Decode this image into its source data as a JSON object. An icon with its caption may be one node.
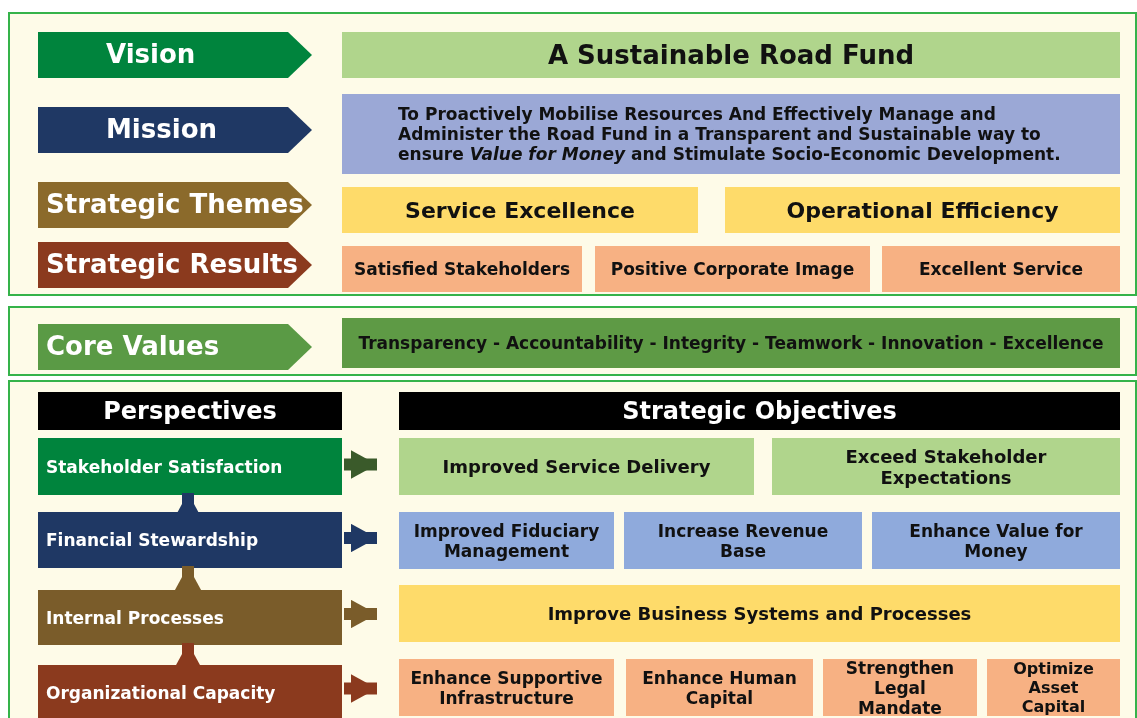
{
  "diagram": {
    "nodes": [
      {
        "text": [],
        "shape": "box"
      },
      {
        "text": [
          "Vision"
        ],
        "in": 0
      },
      {
        "text": [
          "A Sustainable Road Fund"
        ],
        "in": 0
      },
      {
        "text": [
          "Mission"
        ],
        "in": 0
      },
      {
        "text": [
          "To Proactively Mobilise Resources And Effectively Manage and Administer the Road Fund in a Transparent and Sustainable way to ensure *Value for Money* and Stimulate Socio-Economic Development."
        ],
        "in": 0
      },
      {
        "text": [
          "Strategic Themes"
        ],
        "in": 0
      },
      {
        "text": [
          "Service Excellence"
        ],
        "in": 0
      },
      {
        "text": [
          "Operational Efficiency"
        ],
        "in": 0
      },
      {
        "text": [
          "Strategic Results"
        ],
        "in": 0
      },
      {
        "text": [
          "Satisfied Stakeholders"
        ],
        "in": 0
      },
      {
        "text": [
          "Positive Corporate Image"
        ],
        "in": 0
      },
      {
        "text": [
          "Excellent Service"
        ],
        "in": 0
      },
      {
        "text": [],
        "shape": "box"
      },
      {
        "text": [
          "Core Values"
        ],
        "in": 12
      },
      {
        "text": [
          "Transparency - Accountability - Integrity - Teamwork - Innovation - Excellence"
        ],
        "in": 12
      },
      {
        "text": [],
        "shape": "box"
      },
      {
        "text": [
          "Perspectives"
        ],
        "in": 15
      },
      {
        "text": [
          "Strategic Objectives"
        ],
        "in": 15
      },
      {
        "text": [
          "Stakeholder Satisfaction"
        ],
        "in": 15
      },
      {
        "text": [
          "Improved Service Delivery"
        ],
        "in": 15
      },
      {
        "text": [
          "Exceed Stakeholder Expectations"
        ],
        "in": 15
      },
      {
        "text": [
          "Financial Stewardship"
        ],
        "in": 15
      },
      {
        "text": [
          "Improved Fiduciary Management"
        ],
        "in": 15
      },
      {
        "text": [
          "Increase Revenue Base"
        ],
        "in": 15
      },
      {
        "text": [
          "Enhance Value for Money"
        ],
        "in": 15
      },
      {
        "text": [
          "Internal Processes"
        ],
        "in": 15
      },
      {
        "text": [
          "Improve Business Systems and Processes"
        ],
        "in": 15
      },
      {
        "text": [
          "Organizational Capacity"
        ],
        "in": 15
      },
      {
        "text": [
          "Enhance Supportive Infrastructure"
        ],
        "in": 15
      },
      {
        "text": [
          "Enhance Human Capital"
        ],
        "in": 15
      },
      {
        "text": [
          "Strengthen Legal Mandate"
        ],
        "in": 15
      },
      {
        "text": [
          "Optimize Asset Capital"
        ],
        "in": 15
      }
    ],
    "edges": [
      {
        "from": 27,
        "to": 25,
        "arrow": "to",
        "color": "#8b3a1e"
      },
      {
        "from": 25,
        "to": 21,
        "arrow": "to",
        "color": "#7a5c2a"
      },
      {
        "from": 21,
        "to": 18,
        "arrow": "to",
        "color": "#1f3864"
      },
      {
        "from": 18,
        "to": 19,
        "arrow": "to",
        "color": "#3a5a2a"
      },
      {
        "from": 21,
        "to": 22,
        "arrow": "to",
        "color": "#1f3864"
      },
      {
        "from": 25,
        "to": 26,
        "arrow": "to",
        "color": "#7a5c2a"
      },
      {
        "from": 27,
        "to": 28,
        "arrow": "to",
        "color": "#8b3a1e"
      }
    ]
  }
}
